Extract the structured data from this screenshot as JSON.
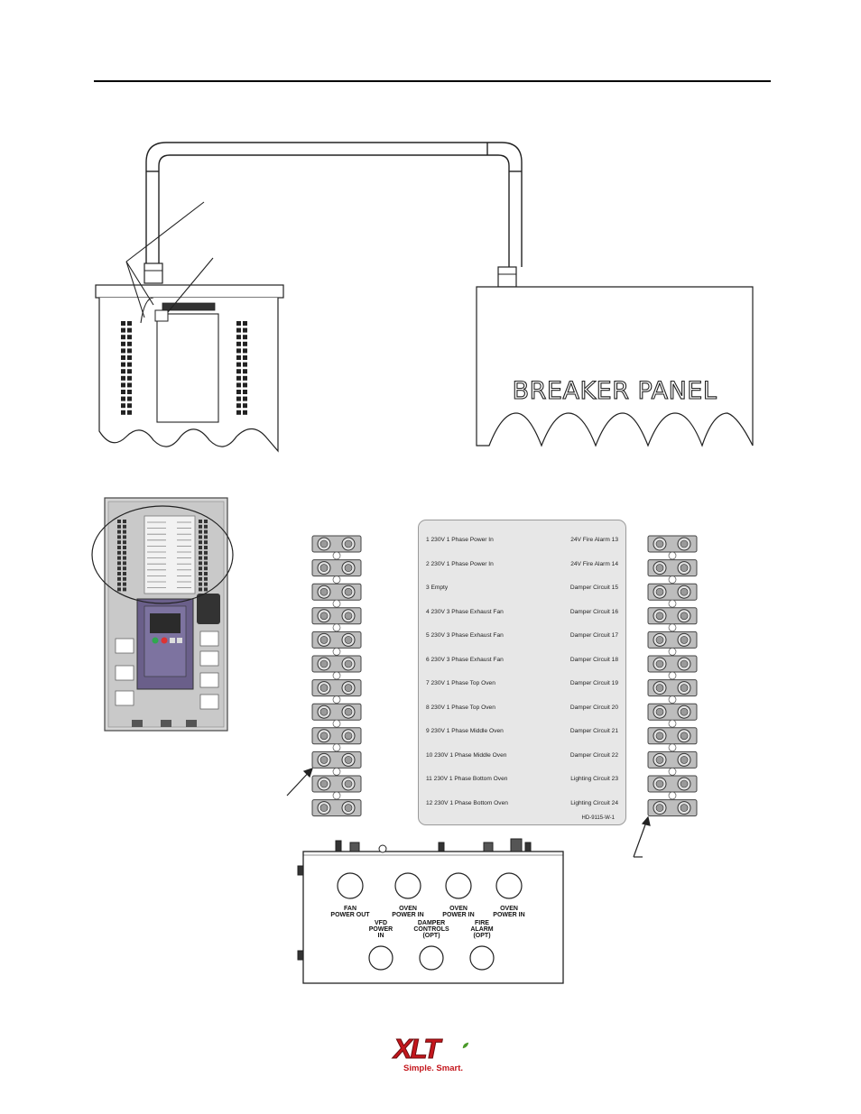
{
  "breaker_panel": {
    "label": "BREAKER PANEL"
  },
  "legend": {
    "rows": [
      {
        "left": "1 230V 1 Phase Power In",
        "right": "24V Fire Alarm 13"
      },
      {
        "left": "2 230V 1 Phase Power In",
        "right": "24V Fire Alarm 14"
      },
      {
        "left": "3 Empty",
        "right": "Damper Circuit 15"
      },
      {
        "left": "4 230V 3 Phase Exhaust Fan",
        "right": "Damper Circuit 16"
      },
      {
        "left": "5 230V 3 Phase Exhaust Fan",
        "right": "Damper Circuit 17"
      },
      {
        "left": "6 230V 3 Phase Exhaust Fan",
        "right": "Damper Circuit 18"
      },
      {
        "left": "7 230V 1 Phase Top Oven",
        "right": "Damper Circuit 19"
      },
      {
        "left": "8 230V 1 Phase Top Oven",
        "right": "Damper Circuit 20"
      },
      {
        "left": "9 230V 1 Phase Middle Oven",
        "right": "Damper Circuit 21"
      },
      {
        "left": "10 230V 1 Phase Middle Oven",
        "right": "Damper Circuit 22"
      },
      {
        "left": "11 230V 1 Phase Bottom Oven",
        "right": "Lighting Circuit 23"
      },
      {
        "left": "12 230V 1 Phase Bottom Oven",
        "right": "Lighting Circuit 24"
      }
    ],
    "code": "HD-9115-W-1"
  },
  "ports": {
    "top": [
      {
        "line1": "FAN",
        "line2": "POWER OUT"
      },
      {
        "line1": "OVEN",
        "line2": "POWER IN"
      },
      {
        "line1": "OVEN",
        "line2": "POWER IN"
      },
      {
        "line1": "OVEN",
        "line2": "POWER IN"
      }
    ],
    "bottom": [
      {
        "line1": "VFD",
        "line2": "POWER",
        "line3": "IN"
      },
      {
        "line1": "DAMPER",
        "line2": "CONTROLS",
        "line3": "(OPT)"
      },
      {
        "line1": "FIRE",
        "line2": "ALARM",
        "line3": "(OPT)"
      }
    ]
  },
  "logo": {
    "wordmark": "XLT",
    "tagline": "Simple. Smart."
  },
  "colors": {
    "logo_red": "#c4161c",
    "terminal_gray": "#bdbdbd",
    "legend_bg": "#e7e7e7"
  }
}
